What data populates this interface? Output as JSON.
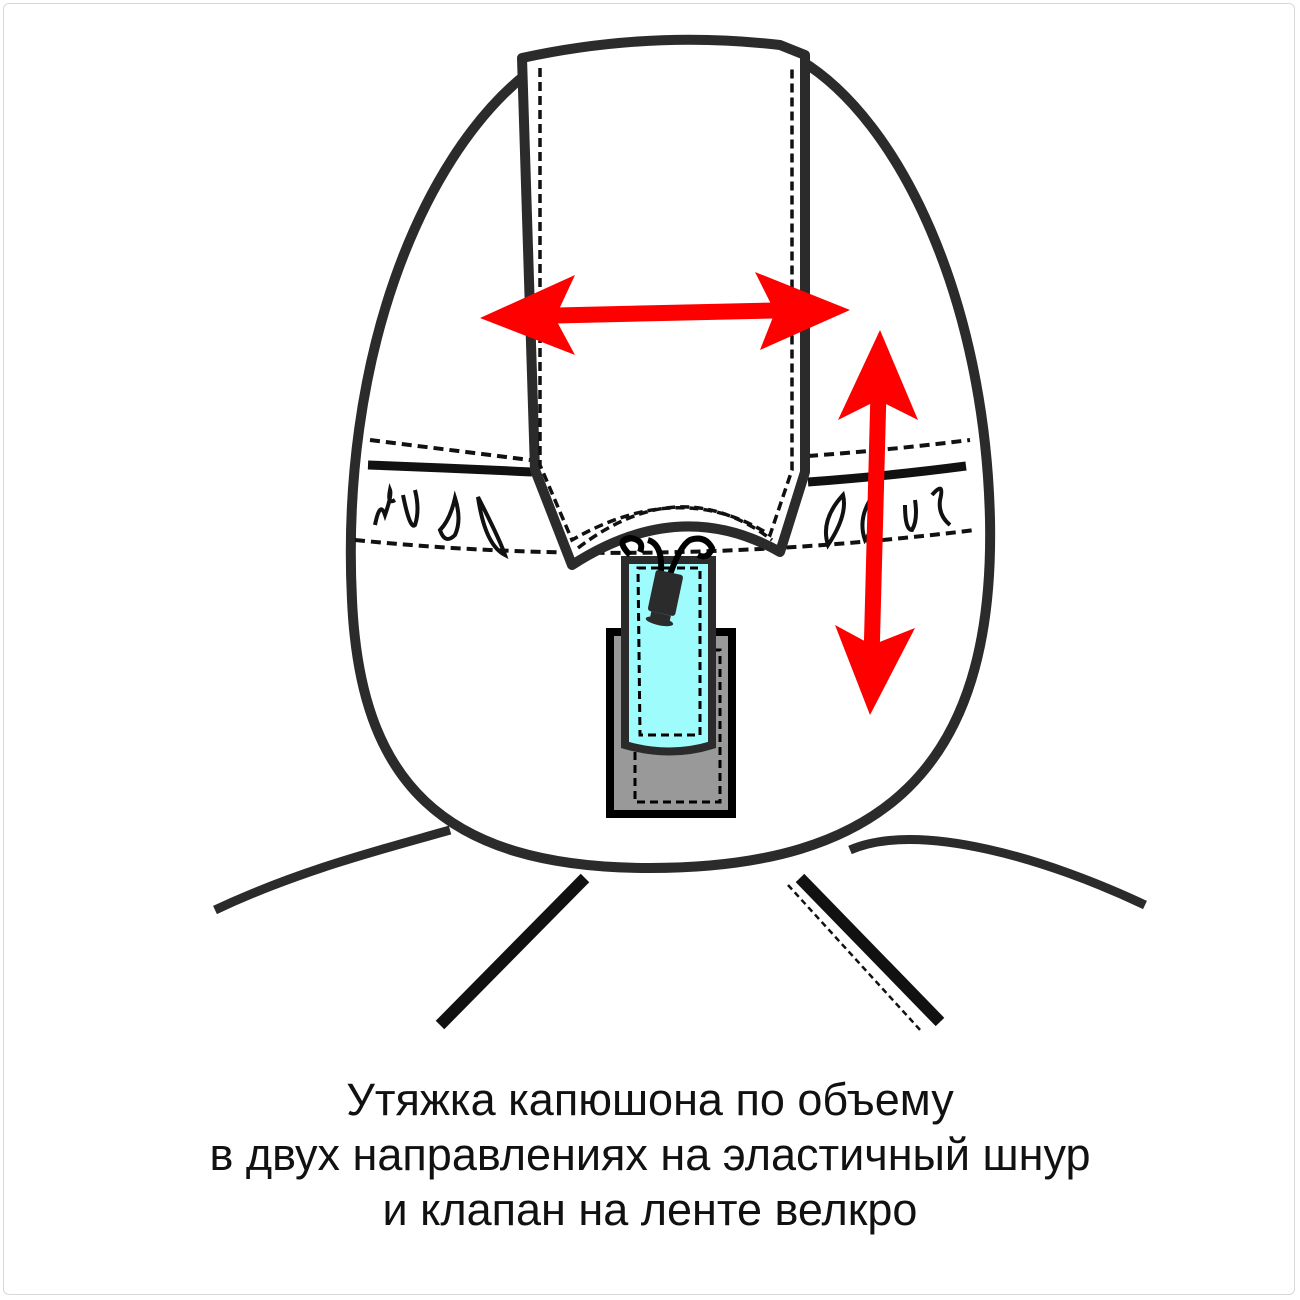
{
  "caption": {
    "line1": "Утяжка капюшона по объему",
    "line2": "в двух направлениях на эластичный шнур",
    "line3": "и клапан на ленте велкро"
  },
  "colors": {
    "outline": "#2b2b2b",
    "arrow": "#ff0000",
    "tab": "#9ffcfc",
    "velcro": "#999999"
  }
}
